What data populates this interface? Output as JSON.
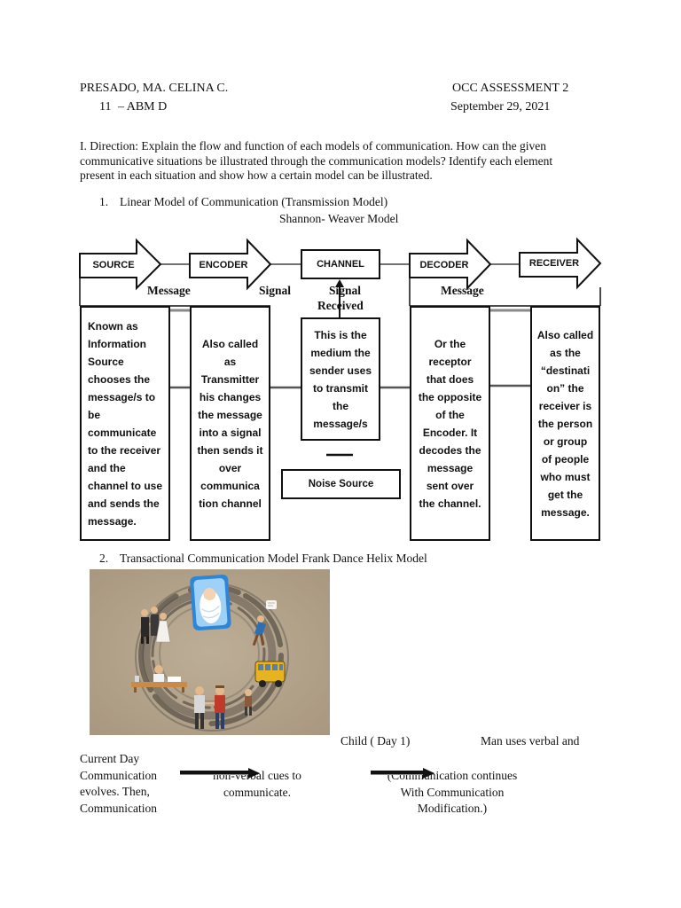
{
  "header": {
    "name": "PRESADO, MA. CELINA C.",
    "assessment": "OCC ASSESSMENT 2",
    "grade": "11",
    "section": "– ABM D",
    "date": "September 29, 2021"
  },
  "direction": {
    "lines": [
      "I. Direction: Explain the flow and function of each models of communication. How can the given",
      "communicative situations be illustrated through the communication models? Identify each element",
      "present in each situation and show how a certain model can be illustrated."
    ]
  },
  "item1": {
    "number": "1.",
    "title": "Linear Model of Communication (Transmission Model)",
    "subtitle": "Shannon- Weaver Model"
  },
  "linear_model": {
    "nodes": {
      "source": "SOURCE",
      "encoder": "ENCODER",
      "channel": "CHANNEL",
      "decoder": "DECODER",
      "receiver": "RECEIVER"
    },
    "flow_labels": {
      "after_source": "Message",
      "after_encoder": "Signal",
      "after_channel": [
        "Signal",
        "Received"
      ],
      "after_decoder": "Message"
    },
    "descriptions": {
      "source": [
        "Known as",
        "Information",
        "Source",
        "chooses the",
        "message/s to",
        "be",
        "communicate",
        "to the receiver",
        "and the",
        "channel to use",
        "and sends the",
        "message."
      ],
      "encoder": [
        "Also called",
        "as",
        "Transmitter",
        "his changes",
        "the message",
        "into a signal",
        "then sends it",
        "over",
        "communica",
        "tion channel"
      ],
      "channel": [
        "This is the",
        "medium the",
        "sender uses",
        "to transmit",
        "the",
        "message/s"
      ],
      "decoder": [
        "Or the",
        "receptor",
        "that does",
        "the opposite",
        "of the",
        "Encoder. It",
        "decodes the",
        "message",
        "sent over",
        "the channel."
      ],
      "receiver": [
        "Also called",
        "as the",
        "“destinati",
        "on” the",
        "receiver is",
        "the person",
        "or group",
        "of people",
        "who must",
        "get the",
        "message."
      ]
    },
    "noise": "Noise Source"
  },
  "item2": {
    "number": "2.",
    "title": "Transactional Communication Model Frank Dance Helix Model"
  },
  "helix_notes": {
    "child": "Child ( Day 1)",
    "man": "Man uses verbal and",
    "left": [
      "Current Day",
      "Communication",
      "evolves. Then,",
      "Communication"
    ],
    "middle": [
      "non-verbal cues to",
      "communicate."
    ],
    "right": [
      "(Communication continues",
      "With Communication",
      "Modification.)"
    ]
  }
}
